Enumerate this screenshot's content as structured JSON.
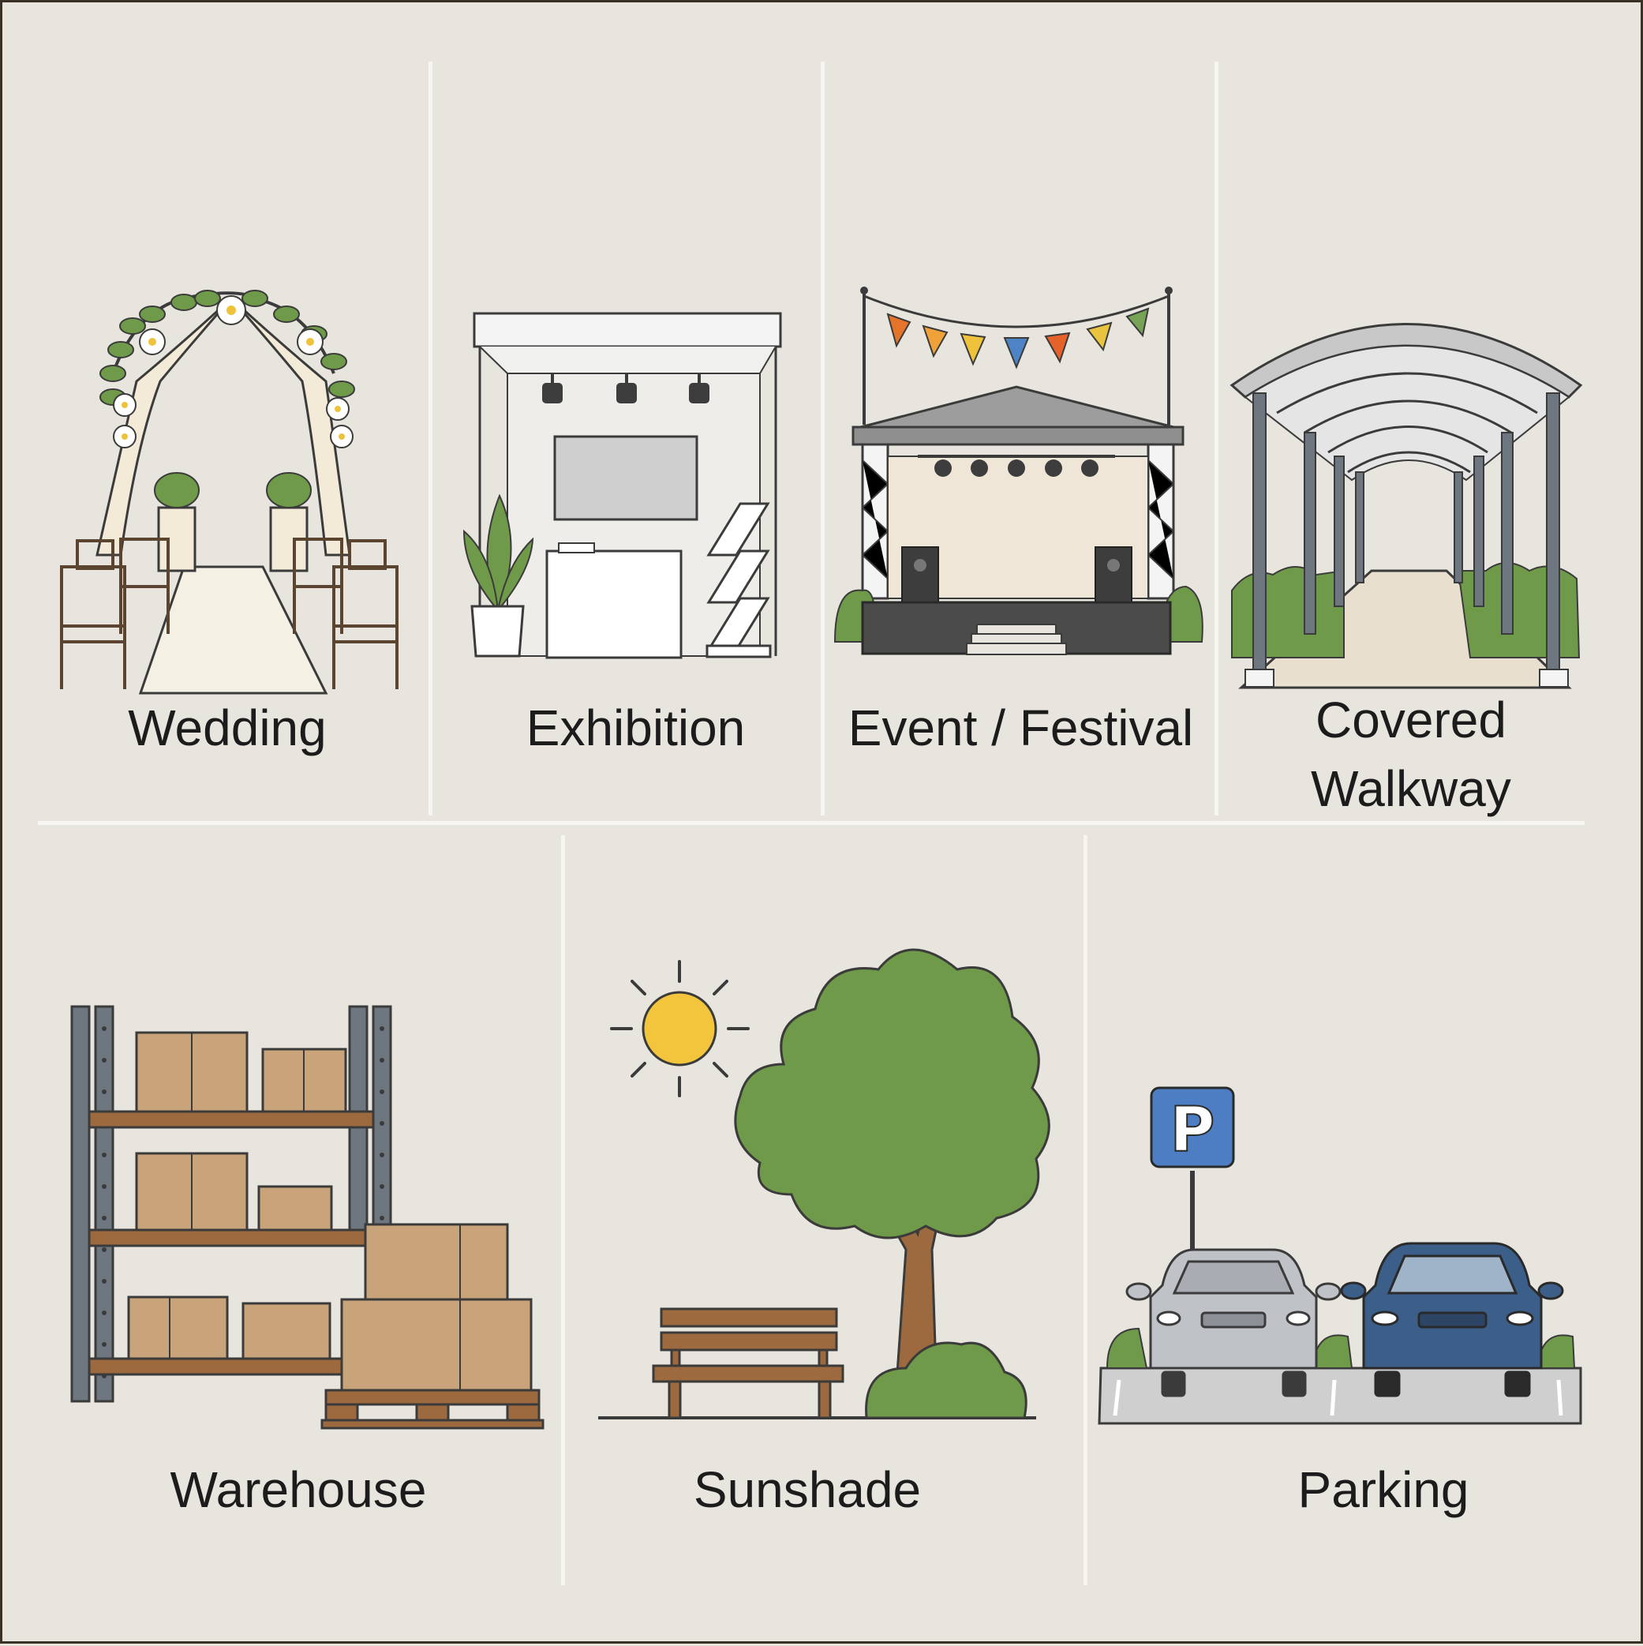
{
  "tiles": {
    "wedding": {
      "label": "Wedding"
    },
    "exhibition": {
      "label": "Exhibition"
    },
    "event": {
      "label": "Event / Festival"
    },
    "walkway": {
      "label_line1": "Covered",
      "label_line2": "Walkway"
    },
    "warehouse": {
      "label": "Warehouse"
    },
    "sunshade": {
      "label": "Sunshade",
      "icon": "sun-icon"
    },
    "parking": {
      "label": "Parking",
      "sign_letter": "P",
      "sign_color": "#4d7ec4"
    }
  },
  "colors": {
    "background": "#e7e5de",
    "foliage": "#6f9a49",
    "cardboard": "#c9a47a",
    "wood": "#9c6a3e",
    "sun": "#f2c53c",
    "car_silver": "#bfc2c6",
    "car_blue": "#3c5f8a",
    "bunting": [
      "#e5742b",
      "#f0a23a",
      "#efc23b",
      "#4c84c5",
      "#e5622a",
      "#e9c43f",
      "#76a356"
    ]
  }
}
